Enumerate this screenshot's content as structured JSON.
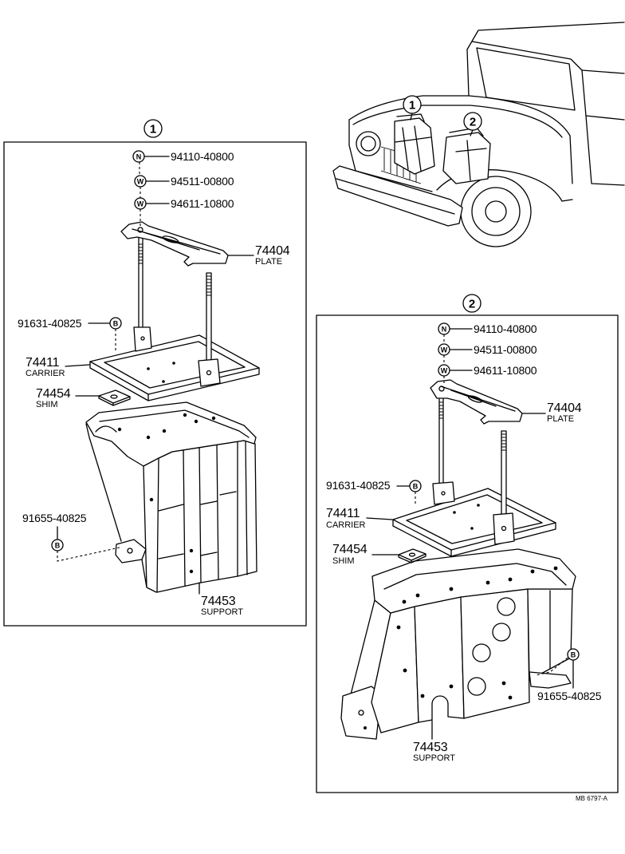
{
  "figure": {
    "code": "MB 6797-A"
  },
  "colors": {
    "ink": "#000000",
    "paper": "#ffffff"
  },
  "vehicle": {
    "markers": [
      "1",
      "2"
    ]
  },
  "panels": [
    {
      "marker": "1",
      "nut": {
        "symbol": "N",
        "part": "94110-40800"
      },
      "washer_a": {
        "symbol": "W",
        "part": "94511-00800"
      },
      "washer_b": {
        "symbol": "W",
        "part": "94611-10800"
      },
      "plate": {
        "part": "74404",
        "name": "PLATE"
      },
      "carrier_bolt": {
        "symbol": "B",
        "part": "91631-40825"
      },
      "carrier": {
        "part": "74411",
        "name": "CARRIER"
      },
      "shim": {
        "part": "74454",
        "name": "SHIM"
      },
      "support_bolt": {
        "symbol": "B",
        "part": "91655-40825"
      },
      "support": {
        "part": "74453",
        "name": "SUPPORT"
      }
    },
    {
      "marker": "2",
      "nut": {
        "symbol": "N",
        "part": "94110-40800"
      },
      "washer_a": {
        "symbol": "W",
        "part": "94511-00800"
      },
      "washer_b": {
        "symbol": "W",
        "part": "94611-10800"
      },
      "plate": {
        "part": "74404",
        "name": "PLATE"
      },
      "carrier_bolt": {
        "symbol": "B",
        "part": "91631-40825"
      },
      "carrier": {
        "part": "74411",
        "name": "CARRIER"
      },
      "shim": {
        "part": "74454",
        "name": "SHIM"
      },
      "support_bolt": {
        "symbol": "B",
        "part": "91655-40825"
      },
      "support": {
        "part": "74453",
        "name": "SUPPORT"
      }
    }
  ]
}
